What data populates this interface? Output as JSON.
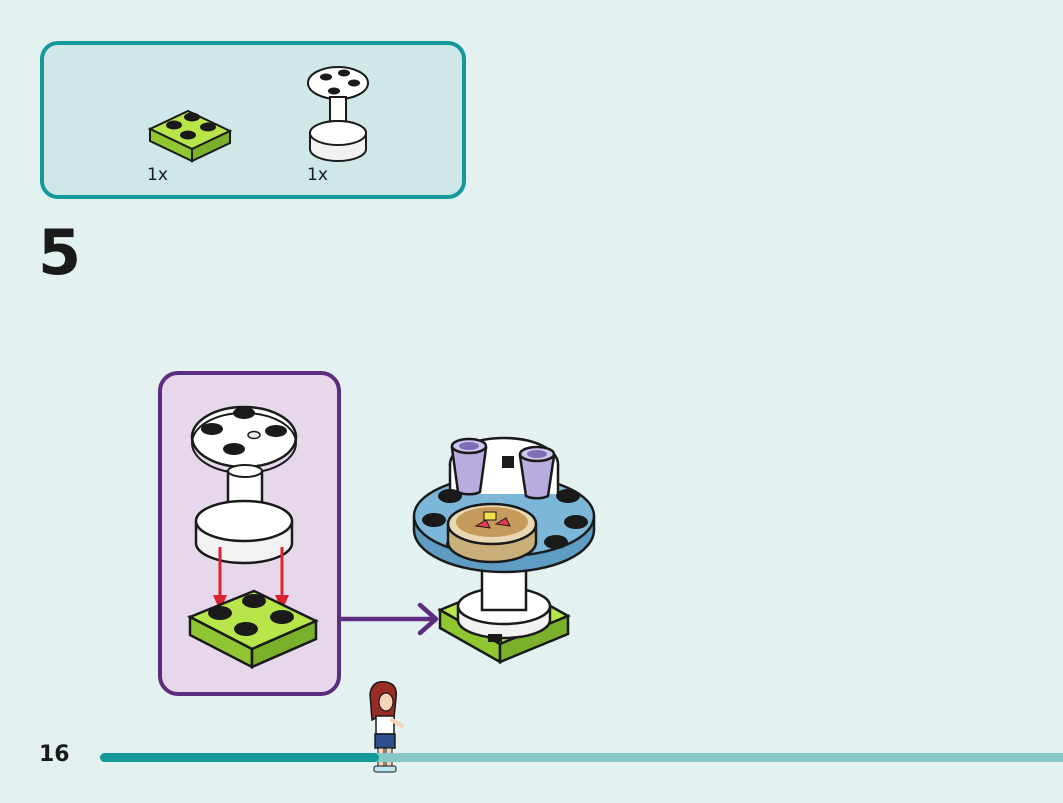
{
  "parts_list": {
    "items": [
      {
        "icon": "lime-2x2-plate-icon",
        "quantity": "1x"
      },
      {
        "icon": "white-round-stand-icon",
        "quantity": "1x"
      }
    ]
  },
  "step": {
    "number": "5"
  },
  "footer": {
    "page_number": "16"
  },
  "progress": {
    "fraction": 0.29
  },
  "colors": {
    "teal": "#14999a",
    "purple": "#5c2d7e",
    "lime": "#a8dc3c",
    "arrow_red": "#d8242e",
    "table_blue": "#7cb7d9"
  }
}
